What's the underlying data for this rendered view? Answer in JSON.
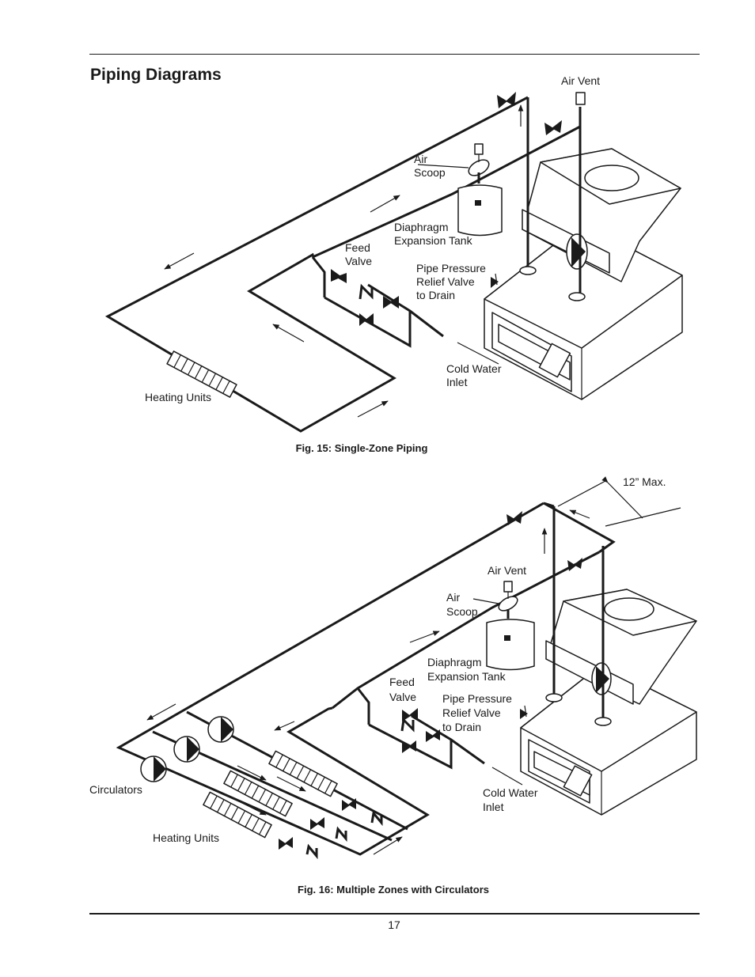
{
  "page": {
    "title": "Piping Diagrams",
    "number": "17"
  },
  "fig15": {
    "caption": "Fig. 15: Single-Zone Piping",
    "labels": {
      "air_vent": "Air Vent",
      "air_scoop_1": "Air",
      "air_scoop_2": "Scoop",
      "tank_1": "Diaphragm",
      "tank_2": "Expansion Tank",
      "feed_1": "Feed",
      "feed_2": "Valve",
      "relief_1": "Pipe Pressure",
      "relief_2": "Relief Valve",
      "relief_3": "to Drain",
      "cold_1": "Cold Water",
      "cold_2": "Inlet",
      "heating_units": "Heating Units"
    }
  },
  "fig16": {
    "caption": "Fig. 16: Multiple Zones with Circulators",
    "labels": {
      "max": "12” Max.",
      "air_vent": "Air Vent",
      "air_scoop_1": "Air",
      "air_scoop_2": "Scoop",
      "tank_1": "Diaphragm",
      "tank_2": "Expansion Tank",
      "feed_1": "Feed",
      "feed_2": "Valve",
      "relief_1": "Pipe Pressure",
      "relief_2": "Relief Valve",
      "relief_3": "to Drain",
      "cold_1": "Cold Water",
      "cold_2": "Inlet",
      "circulators": "Circulators",
      "heating_units": "Heating Units"
    }
  }
}
